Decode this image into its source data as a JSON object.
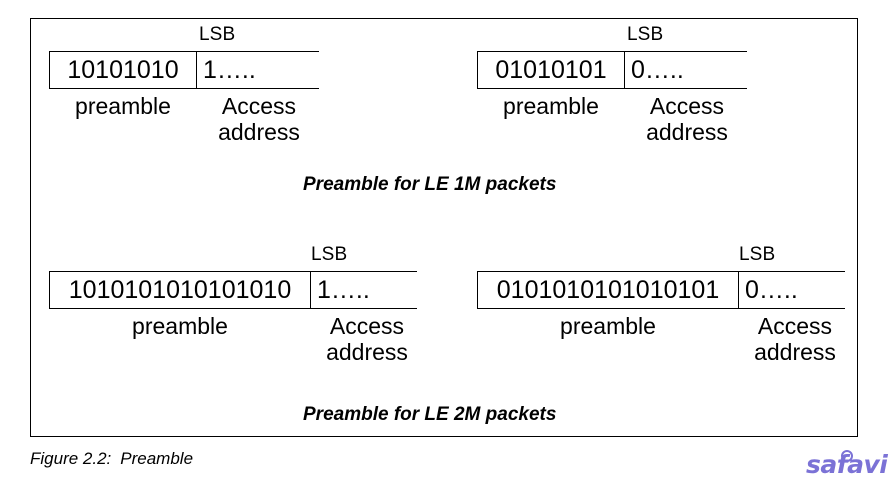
{
  "figure": {
    "label_prefix": "Figure 2.2:",
    "label_title": "Preamble",
    "lsb_label": "LSB",
    "preamble_label": "preamble",
    "access_label_line1": "Access",
    "access_label_line2": "address"
  },
  "groups": [
    {
      "caption": "Preamble for LE 1M packets",
      "diagrams": [
        {
          "name": "le-1m-left",
          "preamble_bits": "10101010",
          "access_address": "1…..",
          "lsb": "LSB",
          "preamble_label": "preamble",
          "access_label_line1": "Access",
          "access_label_line2": "address"
        },
        {
          "name": "le-1m-right",
          "preamble_bits": "01010101",
          "access_address": "0…..",
          "lsb": "LSB",
          "preamble_label": "preamble",
          "access_label_line1": "Access",
          "access_label_line2": "address"
        }
      ]
    },
    {
      "caption": "Preamble for LE 2M packets",
      "diagrams": [
        {
          "name": "le-2m-left",
          "preamble_bits": "1010101010101010",
          "access_address": "1…..",
          "lsb": "LSB",
          "preamble_label": "preamble",
          "access_label_line1": "Access",
          "access_label_line2": "address"
        },
        {
          "name": "le-2m-right",
          "preamble_bits": "0101010101010101",
          "access_address": "0…..",
          "lsb": "LSB",
          "preamble_label": "preamble",
          "access_label_line1": "Access",
          "access_label_line2": "address"
        }
      ]
    }
  ],
  "watermark": {
    "text": "safavi",
    "color": "#7b72d6"
  }
}
